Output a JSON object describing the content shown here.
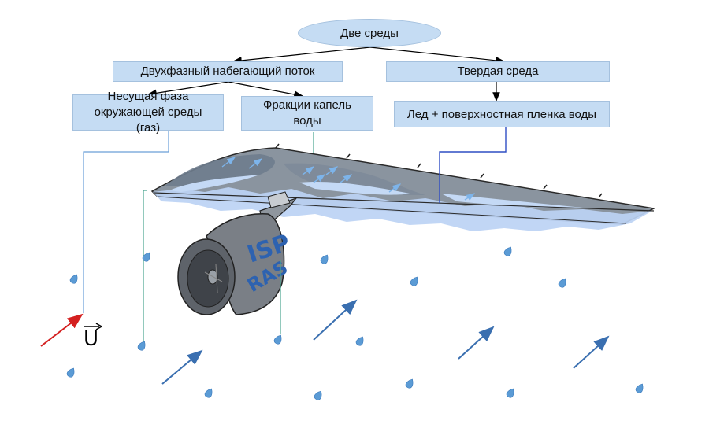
{
  "diagram": {
    "root": "Две среды",
    "branch_left": "Двухфазный набегающий поток",
    "branch_right": "Твердая среда",
    "leaf_gas": "Несущая фаза окружающей среды (газ)",
    "leaf_drops": "Фракции капель воды",
    "leaf_ice": "Лед + поверхностная пленка воды",
    "velocity_symbol": "U",
    "engine_logo": "ISP RAS"
  },
  "colors": {
    "box_fill": "#c5dcf3",
    "box_border": "#a5c1de",
    "wing_fill": "#8a949f",
    "ice_fill": "#bcd3f4",
    "droplet": "#5b9bd5",
    "flow_arrow": "#3a6fb0",
    "velocity_arrow": "#d42020",
    "gas_line": "#6a9fd8",
    "drop_line": "#4aa590",
    "ice_line": "#2f4ec4",
    "engine": "#777c82",
    "logo_text": "#2d62b0"
  }
}
